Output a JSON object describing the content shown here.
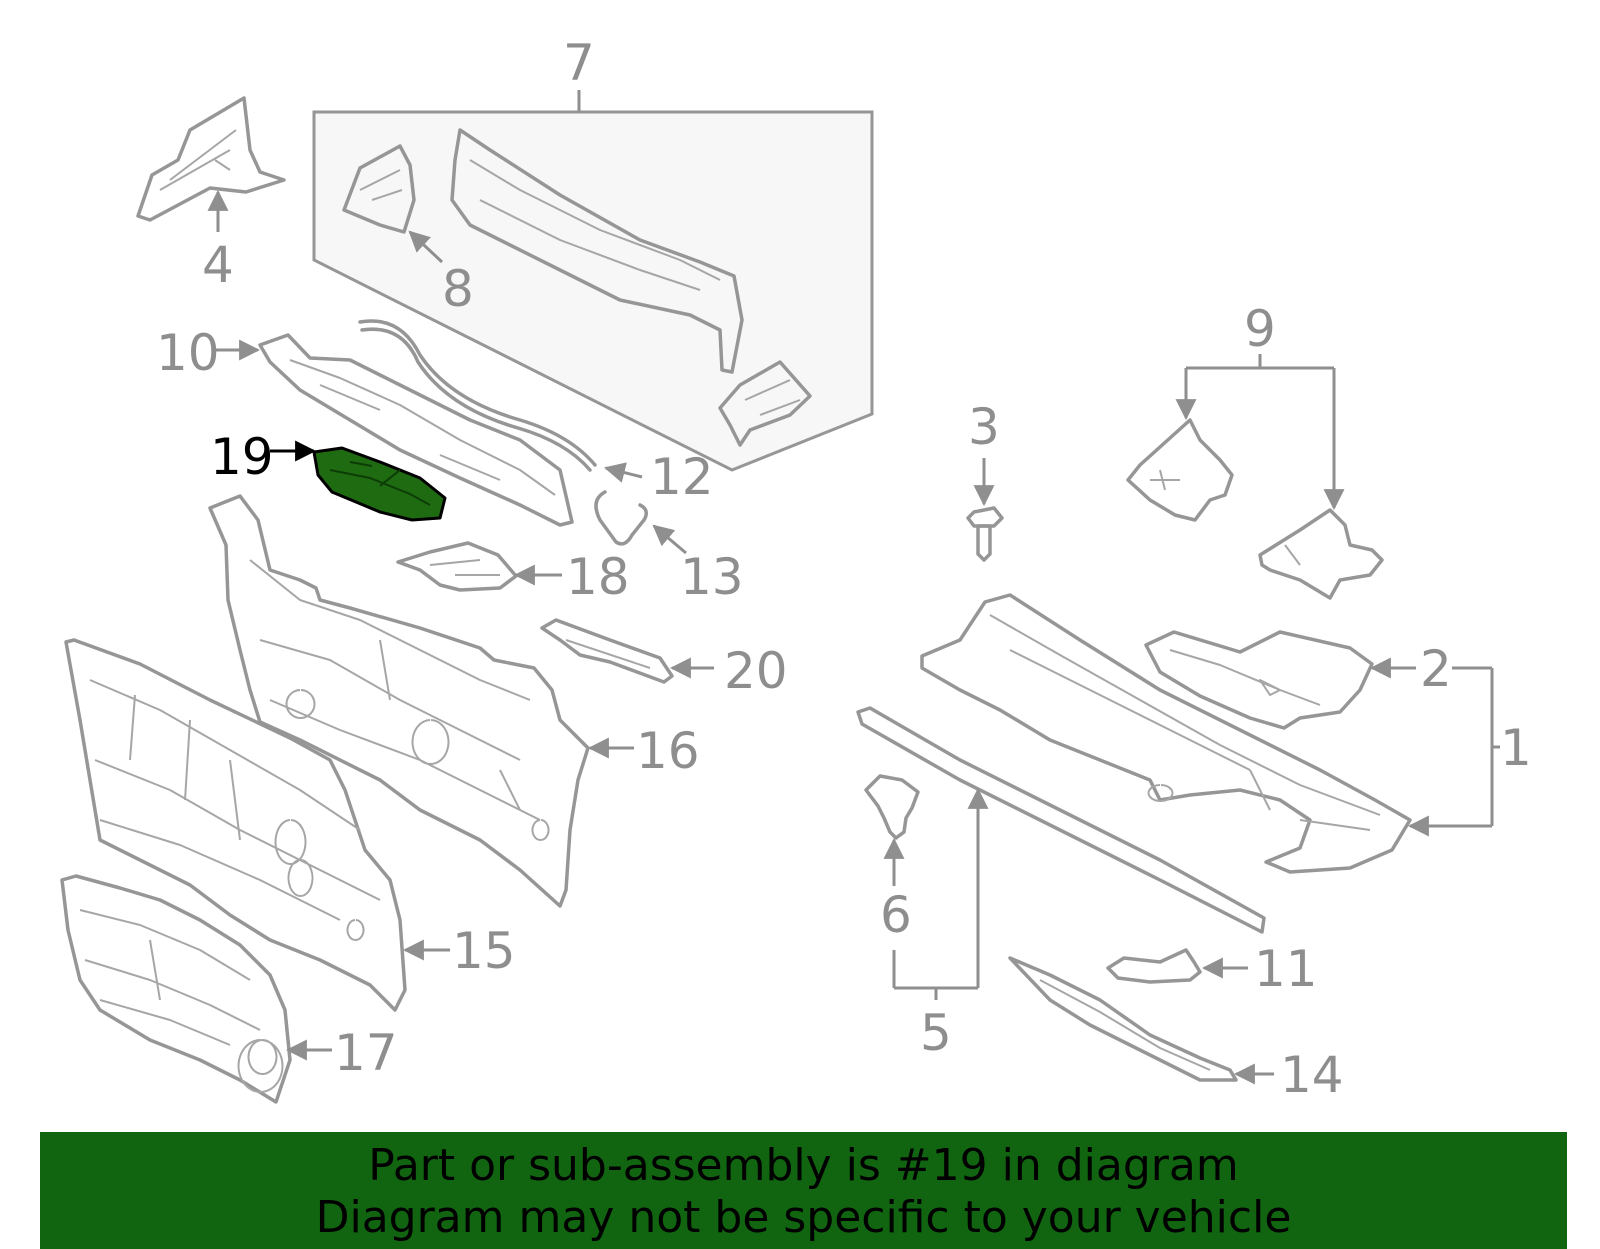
{
  "diagram": {
    "highlighted_part": "19",
    "callouts": [
      {
        "id": "1",
        "label": "1"
      },
      {
        "id": "2",
        "label": "2"
      },
      {
        "id": "3",
        "label": "3"
      },
      {
        "id": "4",
        "label": "4"
      },
      {
        "id": "5",
        "label": "5"
      },
      {
        "id": "6",
        "label": "6"
      },
      {
        "id": "7",
        "label": "7"
      },
      {
        "id": "8",
        "label": "8"
      },
      {
        "id": "9",
        "label": "9"
      },
      {
        "id": "10",
        "label": "10"
      },
      {
        "id": "11",
        "label": "11"
      },
      {
        "id": "12",
        "label": "12"
      },
      {
        "id": "13",
        "label": "13"
      },
      {
        "id": "14",
        "label": "14"
      },
      {
        "id": "15",
        "label": "15"
      },
      {
        "id": "16",
        "label": "16"
      },
      {
        "id": "17",
        "label": "17"
      },
      {
        "id": "18",
        "label": "18"
      },
      {
        "id": "19",
        "label": "19"
      },
      {
        "id": "20",
        "label": "20"
      }
    ],
    "colors": {
      "highlight_fill": "#1f6b12",
      "line": "#969696",
      "banner": "#116510"
    }
  },
  "banner": {
    "line1": "Part or sub-assembly is #19 in diagram",
    "line2": "Diagram may not be specific to your vehicle"
  }
}
